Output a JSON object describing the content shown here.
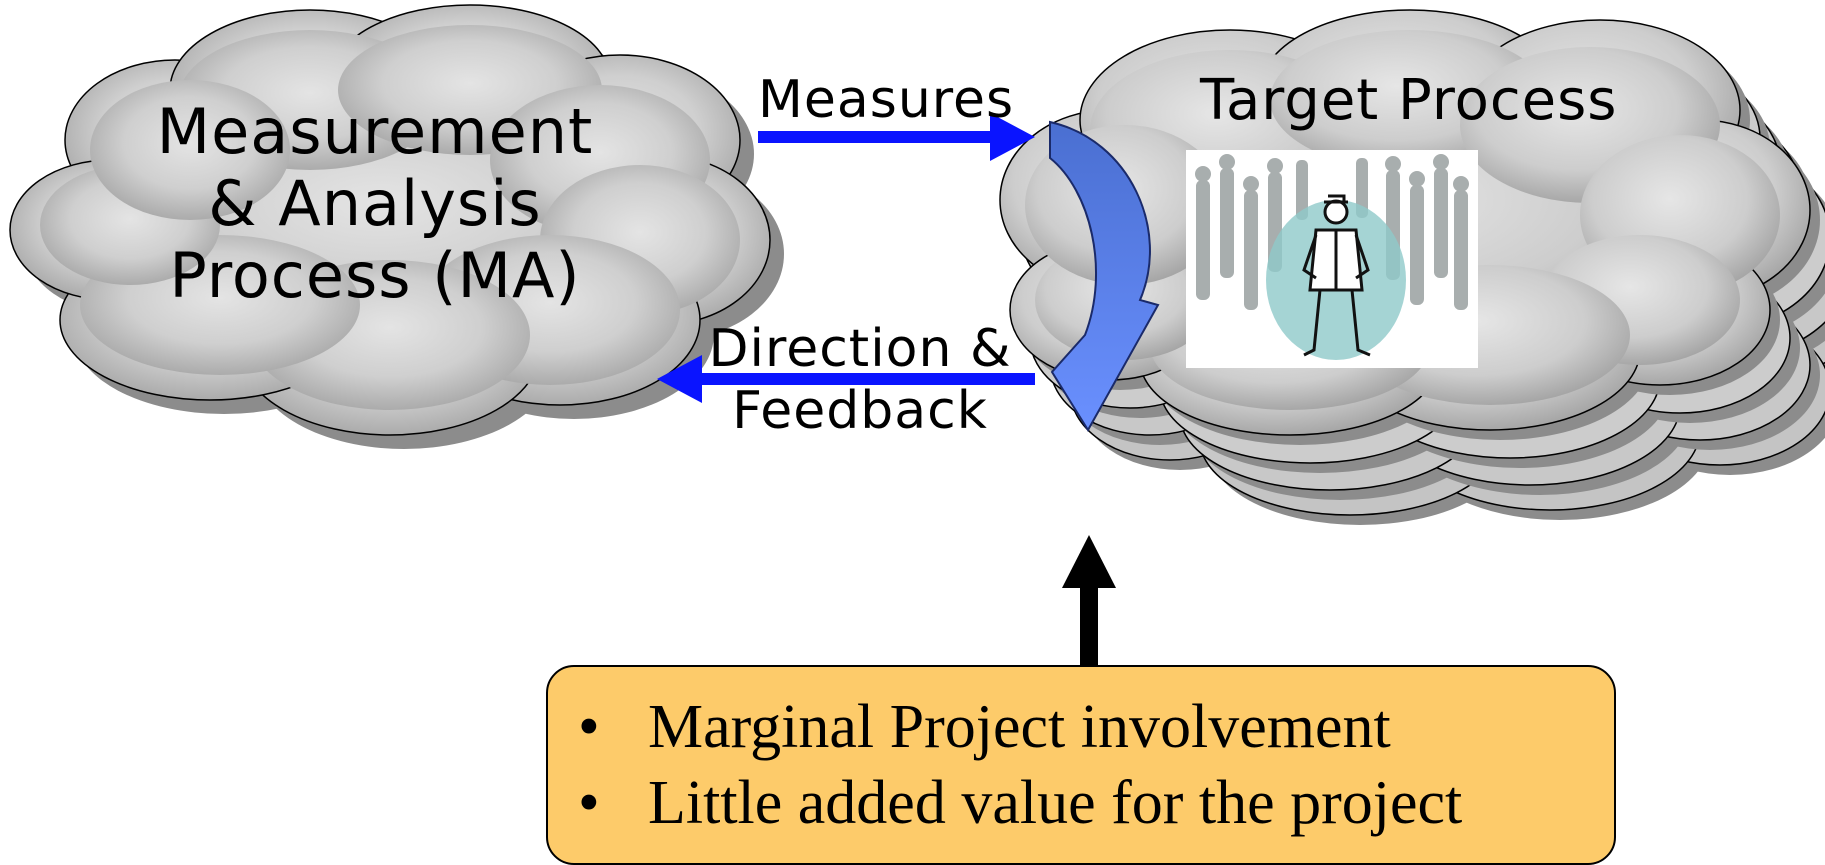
{
  "ma_cloud": {
    "lines": [
      "Measurement",
      "& Analysis",
      "Process (MA)"
    ]
  },
  "target_cloud": {
    "label": "Target Process"
  },
  "arrows": {
    "measures_label": "Measures",
    "feedback_lines": [
      "Direction &",
      "Feedback"
    ]
  },
  "note": {
    "items": [
      "Marginal Project involvement",
      "Little added value for the project"
    ],
    "bullet": "•"
  },
  "colors": {
    "cloud_fill_light": "#dcdcdc",
    "cloud_fill_dark": "#a9a9a9",
    "cloud_shadow": "#8c8c8c",
    "arrow_blue": "#0a14ff",
    "curved_arrow_top": "#4a6fd1",
    "curved_arrow_bottom": "#6a90ff",
    "note_fill": "#fdcb6a",
    "up_arrow": "#000000"
  },
  "icons": {
    "crowd_figure": "crowd-with-leader-clipart-icon"
  }
}
